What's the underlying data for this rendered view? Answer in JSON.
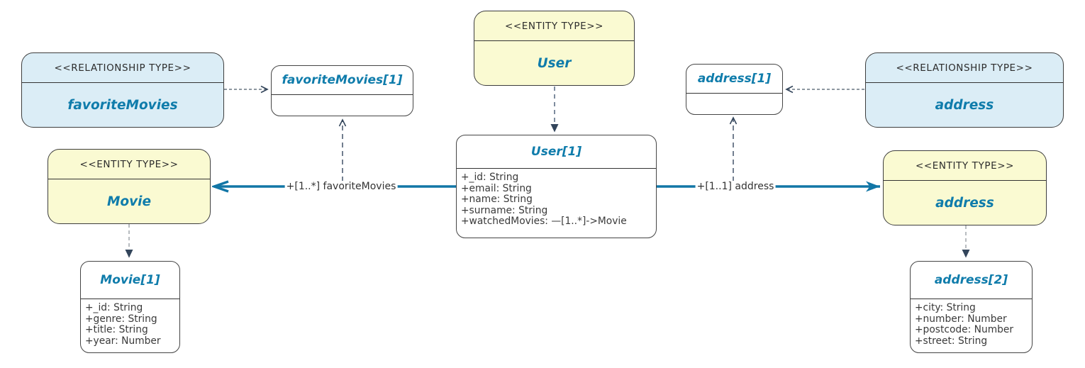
{
  "colors": {
    "entity_fill": "#FAFAD2",
    "relationship_fill": "#DBEDF6",
    "accent_blue": "#1276A6",
    "title_text": "#0F7CAB",
    "attribute_text": "#3A3A3A",
    "box_border": "#3D3D3D"
  },
  "nodes": {
    "rel_favorite_movies": {
      "stereotype": "<<RELATIONSHIP TYPE>>",
      "name": "favoriteMovies"
    },
    "inst_favorite_movies_1": {
      "title": "favoriteMovies[1]"
    },
    "ent_user": {
      "stereotype": "<<ENTITY TYPE>>",
      "name": "User"
    },
    "inst_user_1": {
      "title": "User[1]",
      "attributes": [
        "+_id: String",
        "+email: String",
        "+name: String",
        "+surname: String",
        "+watchedMovies: —[1..*]->Movie"
      ]
    },
    "inst_address_1": {
      "title": "address[1]"
    },
    "rel_address": {
      "stereotype": "<<RELATIONSHIP TYPE>>",
      "name": "address"
    },
    "ent_movie": {
      "stereotype": "<<ENTITY TYPE>>",
      "name": "Movie"
    },
    "ent_address": {
      "stereotype": "<<ENTITY TYPE>>",
      "name": "address"
    },
    "inst_movie_1": {
      "title": "Movie[1]",
      "attributes": [
        "+_id: String",
        "+genre: String",
        "+title: String",
        "+year: Number"
      ]
    },
    "inst_address_2": {
      "title": "address[2]",
      "attributes": [
        "+city: String",
        "+number: Number",
        "+postcode: Number",
        "+street: String"
      ]
    }
  },
  "edges": {
    "favorite_movies_label": "+[1..*] favoriteMovies",
    "address_label": "+[1..1] address"
  }
}
